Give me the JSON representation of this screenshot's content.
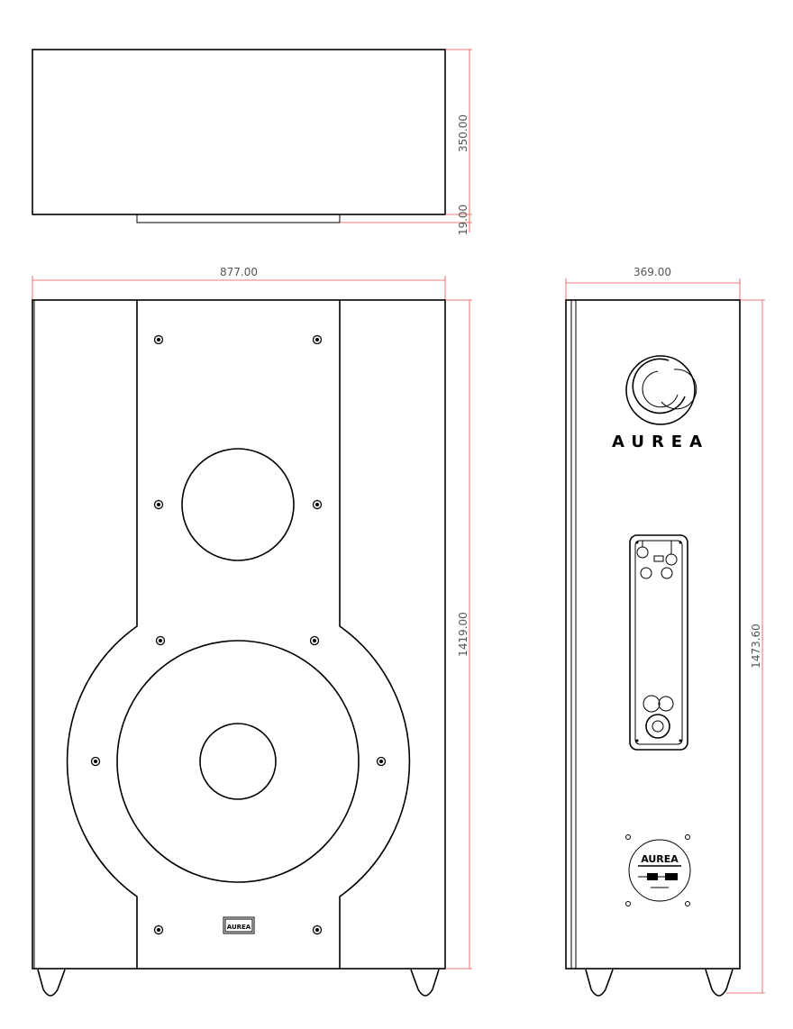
{
  "dimensions": {
    "top_depth": "350.00",
    "top_foot": "19.00",
    "front_width": "877.00",
    "front_height": "1419.00",
    "side_width": "369.00",
    "side_height": "1473.60"
  },
  "brand": {
    "name": "AUREA",
    "badge_text": "AUREA"
  },
  "colors": {
    "dimension_line": "#e05050",
    "dimension_text": "#555555",
    "outline": "#000000"
  }
}
